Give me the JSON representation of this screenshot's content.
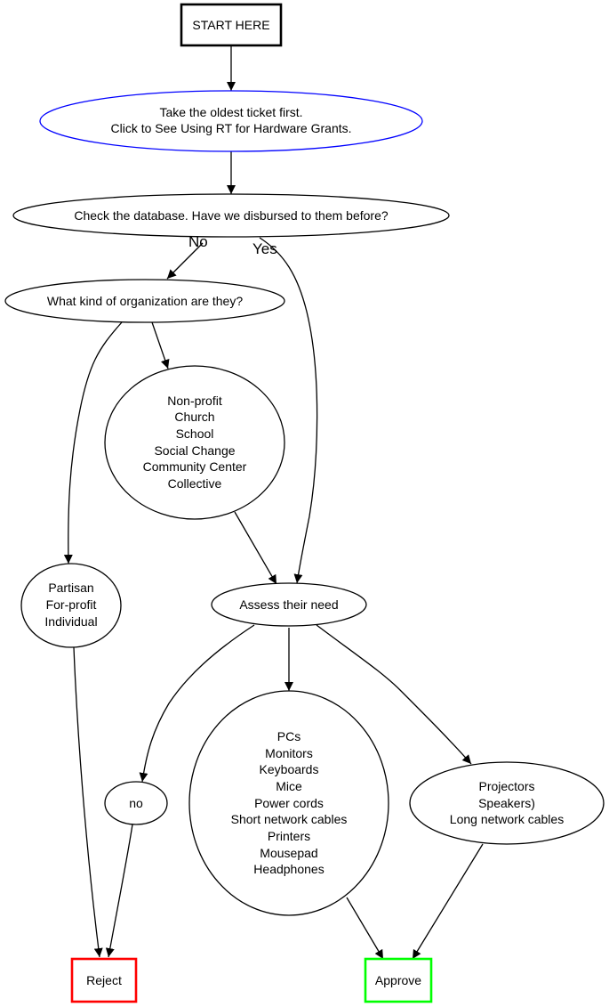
{
  "diagram": {
    "type": "flowchart",
    "colors": {
      "start_border": "#000000",
      "link_node_border": "#0000ff",
      "reject_border": "#ff0000",
      "approve_border": "#00ff00",
      "default_border": "#000000"
    },
    "nodes": {
      "start": {
        "label": "START HERE",
        "shape": "box"
      },
      "oldest_ticket": {
        "lines": [
          "Take the oldest ticket first.",
          "Click to See Using RT for Hardware Grants."
        ],
        "shape": "ellipse",
        "link": true
      },
      "check_db": {
        "label": "Check the database. Have we disbursed to them before?",
        "shape": "ellipse"
      },
      "org_kind": {
        "label": "What kind of organization are they?",
        "shape": "ellipse"
      },
      "eligible_orgs": {
        "lines": [
          "Non-profit",
          "Church",
          "School",
          "Social Change",
          "Community Center",
          "Collective"
        ],
        "shape": "ellipse"
      },
      "ineligible_orgs": {
        "lines": [
          "Partisan",
          "For-profit",
          "Individual"
        ],
        "shape": "ellipse"
      },
      "assess_need": {
        "label": "Assess their need",
        "shape": "ellipse"
      },
      "no_need": {
        "label": "no",
        "shape": "ellipse"
      },
      "basic_items": {
        "lines": [
          "PCs",
          "Monitors",
          "Keyboards",
          "Mice",
          "Power cords",
          "Short network cables",
          "Printers",
          "Mousepad",
          "Headphones"
        ],
        "shape": "ellipse"
      },
      "av_items": {
        "lines": [
          "Projectors",
          "Speakers)",
          "Long network cables"
        ],
        "shape": "ellipse"
      },
      "reject": {
        "label": "Reject",
        "shape": "box"
      },
      "approve": {
        "label": "Approve",
        "shape": "box"
      }
    },
    "edges": [
      {
        "from": "start",
        "to": "oldest_ticket"
      },
      {
        "from": "oldest_ticket",
        "to": "check_db"
      },
      {
        "from": "check_db",
        "to": "org_kind",
        "label": "No"
      },
      {
        "from": "check_db",
        "to": "assess_need",
        "label": "Yes"
      },
      {
        "from": "org_kind",
        "to": "ineligible_orgs"
      },
      {
        "from": "org_kind",
        "to": "eligible_orgs"
      },
      {
        "from": "eligible_orgs",
        "to": "assess_need"
      },
      {
        "from": "ineligible_orgs",
        "to": "reject"
      },
      {
        "from": "assess_need",
        "to": "no_need"
      },
      {
        "from": "assess_need",
        "to": "basic_items"
      },
      {
        "from": "assess_need",
        "to": "av_items"
      },
      {
        "from": "no_need",
        "to": "reject"
      },
      {
        "from": "basic_items",
        "to": "approve"
      },
      {
        "from": "av_items",
        "to": "approve"
      }
    ]
  }
}
